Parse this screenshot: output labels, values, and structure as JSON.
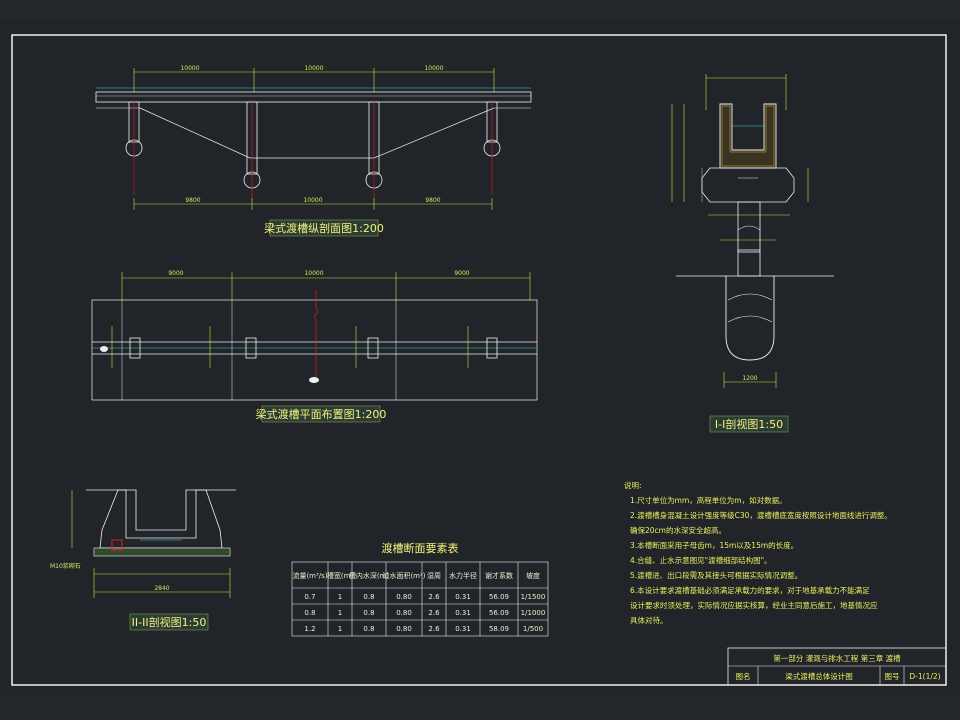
{
  "drawing": {
    "longitudinal_section_title": "梁式渡槽纵剖面图1:200",
    "plan_view_title": "梁式渡槽平面布置图1:200",
    "section_1_title": "I-I剖视图1:50",
    "section_2_title": "II-II剖视图1:50",
    "table_title": "渡槽断面要素表",
    "dims": {
      "span_left": "10000",
      "span_mid": "10000",
      "span_right": "10000",
      "pier_spacing_left": "9800",
      "pier_spacing_mid": "10000",
      "pier_spacing_right": "9800",
      "plan_left": "9000",
      "plan_mid": "10000",
      "plan_right": "9000",
      "pile_width": "1200",
      "section2_width": "2840",
      "mortar_label": "M10浆砌石"
    }
  },
  "table": {
    "headers": [
      "流量(m³/s)",
      "槽宽(m)",
      "槽内水深(m)",
      "过水面积(m²)",
      "湿周",
      "水力半径",
      "谢才系数",
      "坡度"
    ],
    "rows": [
      [
        "0.7",
        "1",
        "0.8",
        "0.80",
        "2.6",
        "0.31",
        "56.09",
        "1/1500"
      ],
      [
        "0.8",
        "1",
        "0.8",
        "0.80",
        "2.6",
        "0.31",
        "56.09",
        "1/1000"
      ],
      [
        "1.2",
        "1",
        "0.8",
        "0.80",
        "2.6",
        "0.31",
        "58.09",
        "1/500"
      ]
    ]
  },
  "notes": {
    "heading": "说明:",
    "lines": [
      "1.尺寸单位为mm，高程单位为m，如对数据。",
      "2.渡槽槽身混凝土设计强度等级C30，渡槽槽底宽度按照设计地面线进行调整。",
      "   确保20cm的水深安全超高。",
      "3.本槽断面采用子母齿m，15m以及15m的长度。",
      "4.合缝、止水示意图见\"渡槽细部结构图\"。",
      "5.渡槽进、出口段需及其接头可根据实际情况调整。",
      "6.本设计要求渡槽基础必须满足承载力的要求，对于地基承载力不能满足",
      "   设计要求时须处理，实际情况应据实核算，经业主同意后施工，地基情况应",
      "   具体对待。"
    ]
  },
  "title_block": {
    "project": "第一部分  灌溉与排水工程  第三章  渡槽",
    "drawing_name": "梁式渡槽总体设计图",
    "name_label": "图名",
    "number_label": "图号",
    "number": "D-1(1/2)"
  },
  "colors": {
    "background": "#212428",
    "frame_line": "#f0f0f0",
    "structure_line": "#f0f0f0",
    "dimension": "#c8e840",
    "cyan": "#40d8e0",
    "red": "#e02020",
    "yellow": "#f0f070",
    "hatch": "#d4b84a"
  }
}
